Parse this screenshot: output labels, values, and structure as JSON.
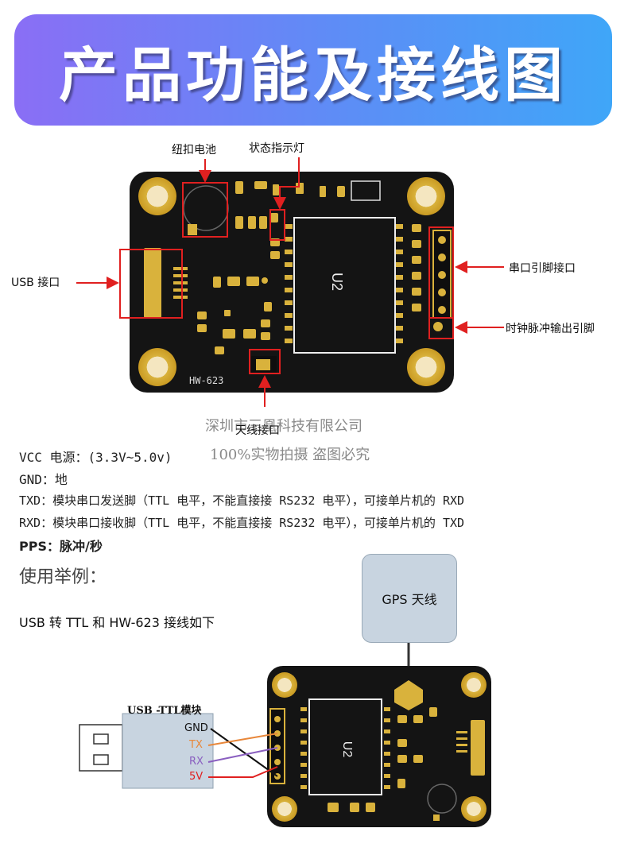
{
  "banner": {
    "title": "产品功能及接线图"
  },
  "top_board": {
    "callouts": {
      "button_battery": "纽扣电池",
      "status_led": "状态指示灯",
      "usb_port": "USB 接口",
      "serial_pins": "串口引脚接口",
      "clock_pulse_pin": "时钟脉冲输出引脚",
      "antenna_port": "天线接口"
    },
    "chip_label": "U2",
    "model_label": "HW-623"
  },
  "watermark": {
    "line1": "深圳市三凰科技有限公司",
    "line2": "100%实物拍摄 盗图必究"
  },
  "specs": [
    "VCC 电源：(3.3V~5.0v)",
    "GND：地",
    "TXD：模块串口发送脚（TTL 电平，不能直接接 RS232 电平），可接单片机的 RXD",
    "RXD：模块串口接收脚（TTL 电平，不能直接接 RS232 电平），可接单片机的 TXD",
    "PPS：脉冲/秒"
  ],
  "usage": {
    "heading": "使用举例：",
    "description": "USB 转 TTL 和 HW-623 接线如下",
    "gps_antenna": "GPS 天线",
    "usb_module_title": "USB -TTL模块",
    "pins": [
      {
        "label": "GND",
        "color": "#111111"
      },
      {
        "label": "TX",
        "color": "#e8873a"
      },
      {
        "label": "RX",
        "color": "#8a5fc0"
      },
      {
        "label": "5V",
        "color": "#e02020"
      }
    ],
    "bottom_chip_label": "U2"
  },
  "colors": {
    "board": "#121212",
    "pad_gold": "#d9b23c",
    "callout_red": "#e02020",
    "banner_start": "#8a6ef5",
    "banner_end": "#3fa6f8"
  }
}
